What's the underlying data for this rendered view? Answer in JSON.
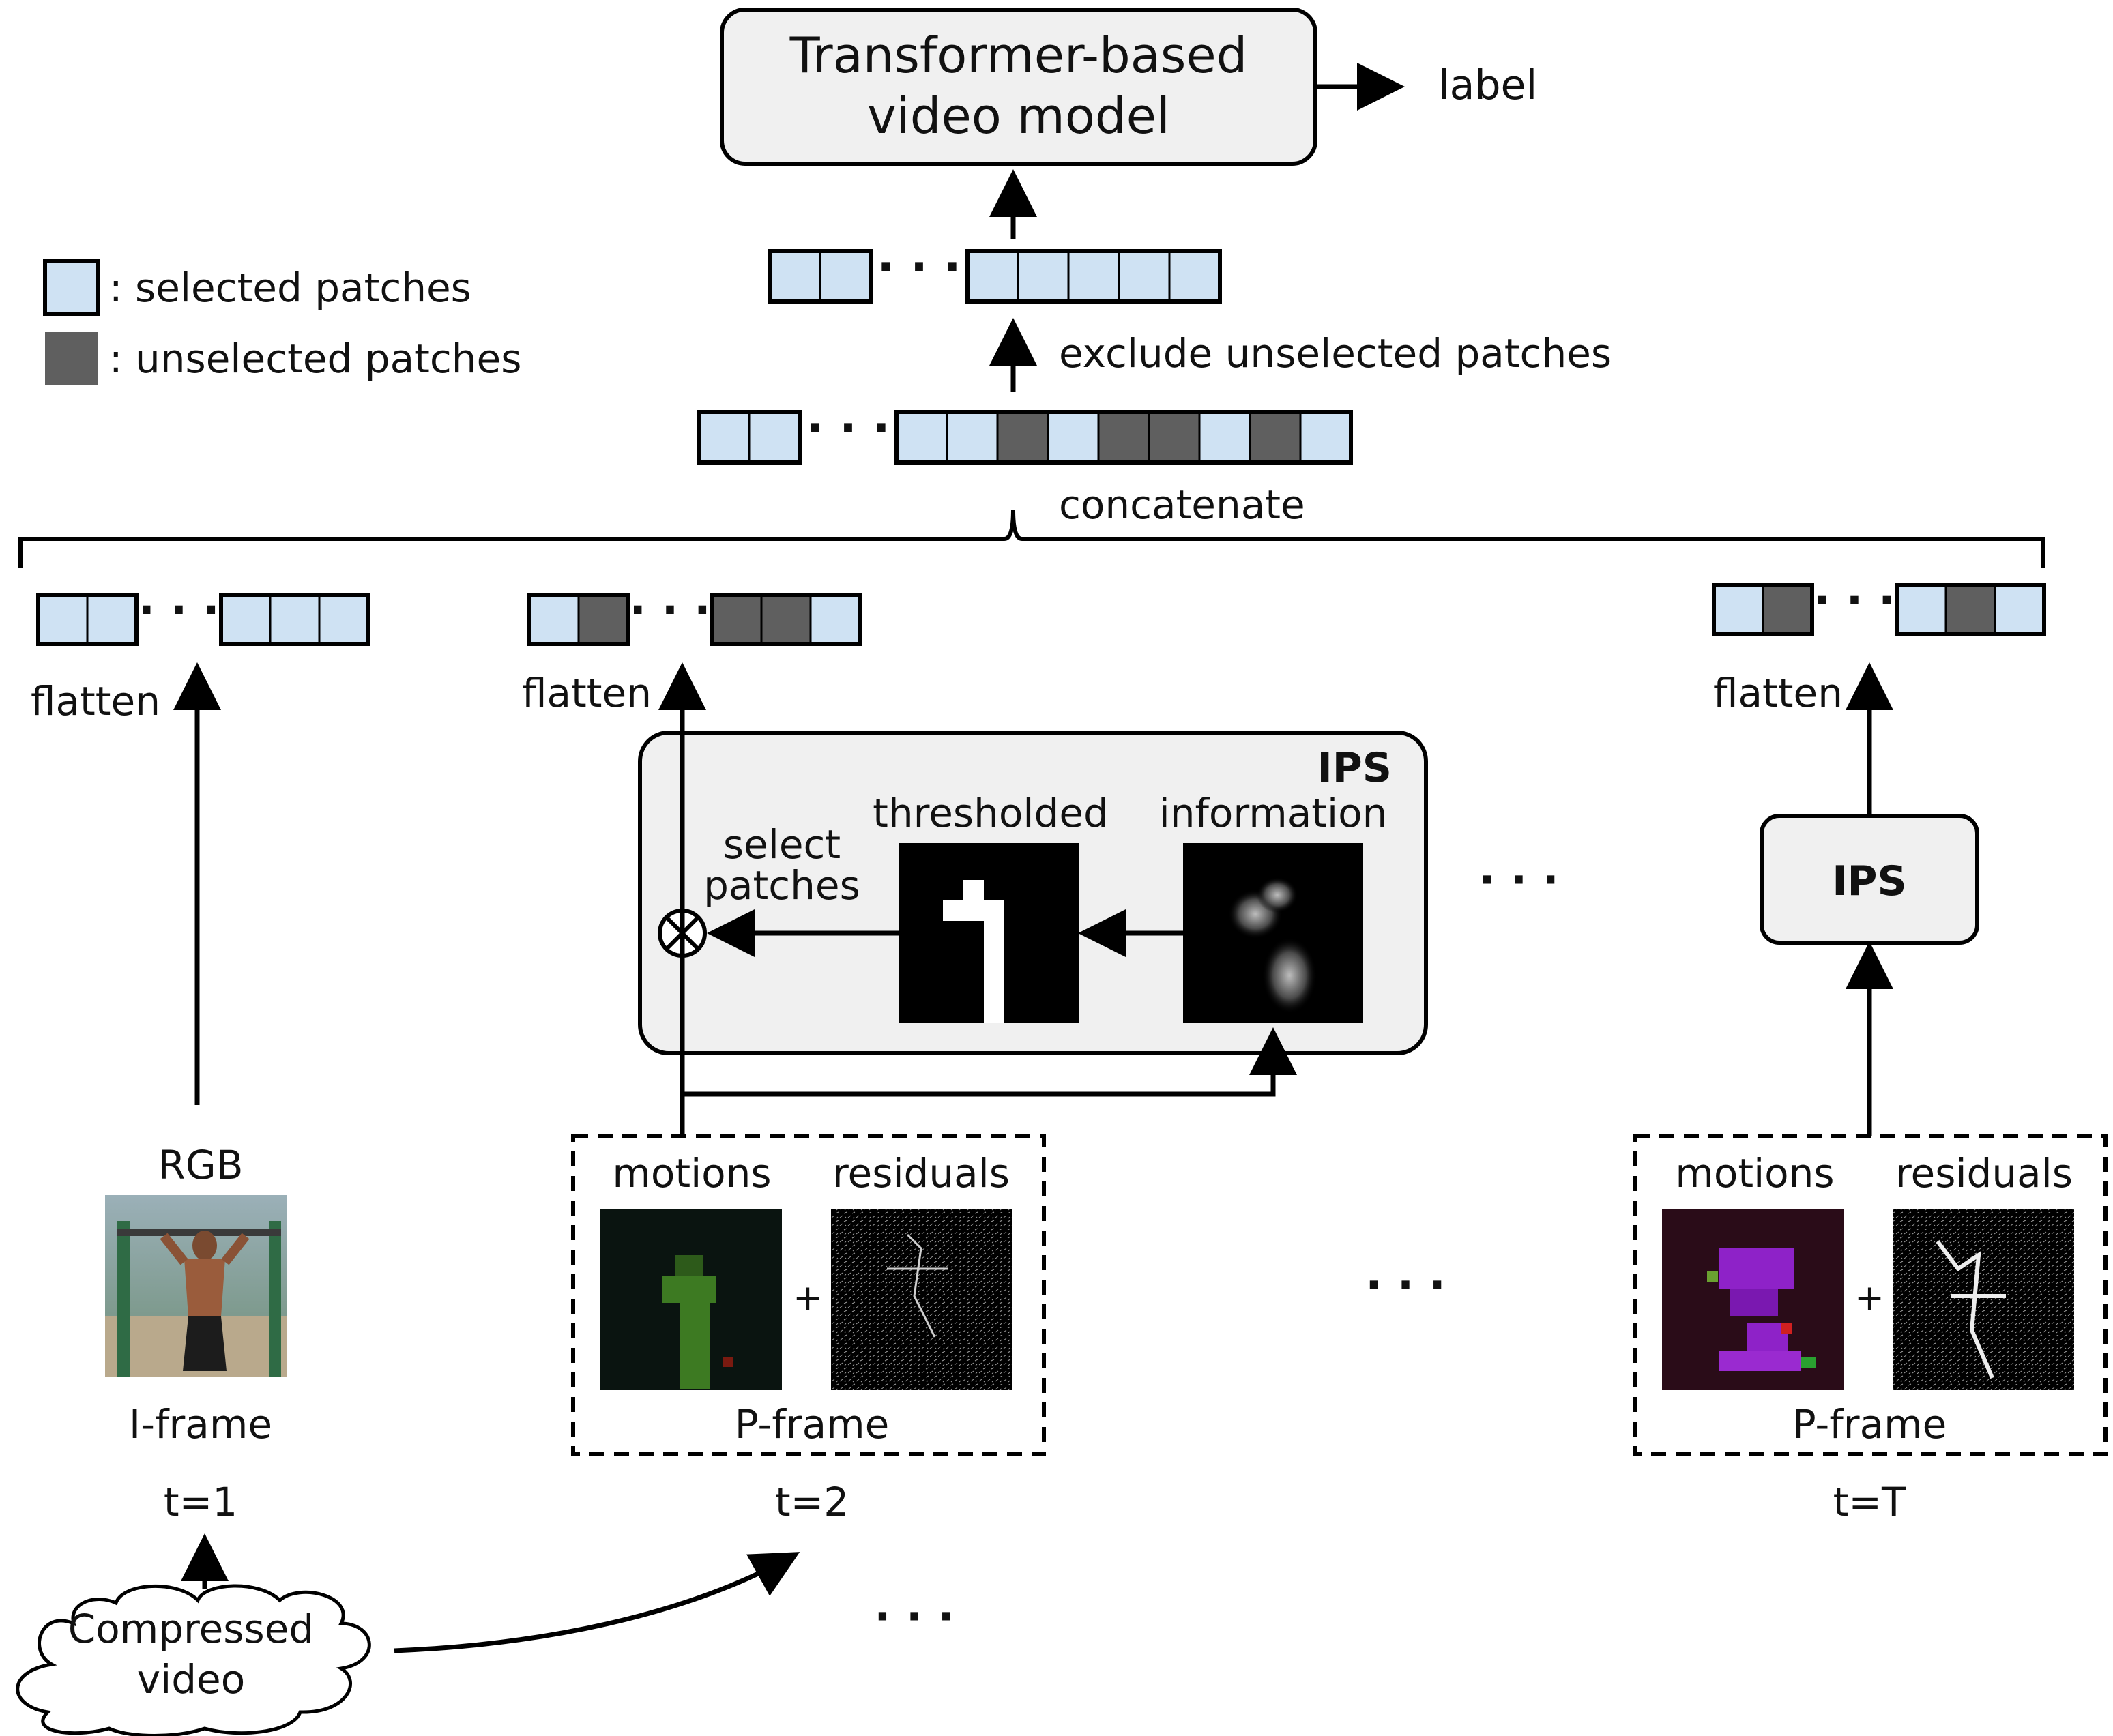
{
  "model": {
    "line1": "Transformer-based",
    "line2": "video model",
    "output": "label"
  },
  "legend": {
    "selected": ": selected patches",
    "unselected": ": unselected patches"
  },
  "steps": {
    "exclude": "exclude unselected patches",
    "concatenate": "concatenate"
  },
  "flatten_label": "flatten",
  "ips": {
    "title": "IPS",
    "select_line1": "select",
    "select_line2": "patches",
    "thresholded": "thresholded",
    "information": "information"
  },
  "ips_small": "IPS",
  "frames": {
    "i_frame": {
      "top_label": "RGB",
      "bottom_label": "I-frame",
      "time": "t=1"
    },
    "p_frame_2": {
      "motions": "motions",
      "residuals": "residuals",
      "plus": "+",
      "bottom_label": "P-frame",
      "time": "t=2"
    },
    "p_frame_T": {
      "motions": "motions",
      "residuals": "residuals",
      "plus": "+",
      "bottom_label": "P-frame",
      "time": "t=T"
    }
  },
  "source": {
    "line1": "Compressed",
    "line2": "video"
  },
  "ellipsis": "· · ·",
  "small_ellipsis": "· · ·",
  "colors": {
    "selected": "#cfe2f3",
    "unselected": "#5f5f5f",
    "panel": "#f0f0f0",
    "stroke": "#000000"
  },
  "patch_sequences": {
    "concatenated": [
      "selected",
      "selected",
      "ellipsis",
      "selected",
      "selected",
      "unselected",
      "selected",
      "unselected",
      "unselected",
      "selected",
      "unselected",
      "selected"
    ],
    "excluded": [
      "selected",
      "selected",
      "ellipsis",
      "selected",
      "selected",
      "selected",
      "selected",
      "selected"
    ],
    "t1": [
      "selected",
      "selected",
      "ellipsis",
      "selected",
      "selected",
      "selected"
    ],
    "t2": [
      "selected",
      "unselected",
      "ellipsis",
      "unselected",
      "unselected",
      "selected"
    ],
    "tT": [
      "selected",
      "unselected",
      "ellipsis",
      "selected",
      "unselected",
      "selected"
    ]
  }
}
